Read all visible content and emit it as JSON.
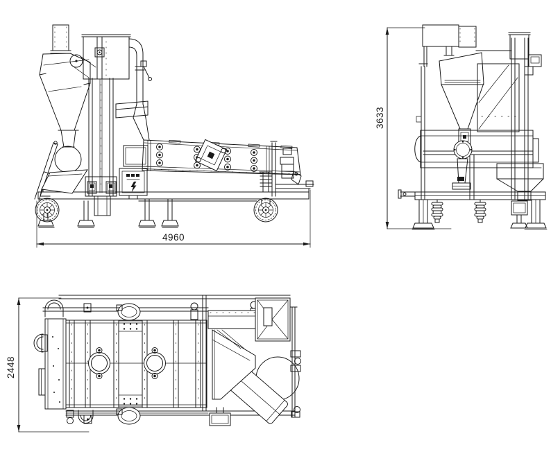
{
  "drawing": {
    "type": "three-view engineering drawing of mobile seed cleaning machine",
    "background": "#ffffff",
    "line_color": "#1a1a1a"
  },
  "dimensions": {
    "overall_length": "4960",
    "overall_height": "3633",
    "overall_width": "2448"
  },
  "icons": {
    "electric_warning": "lightning-bolt"
  }
}
